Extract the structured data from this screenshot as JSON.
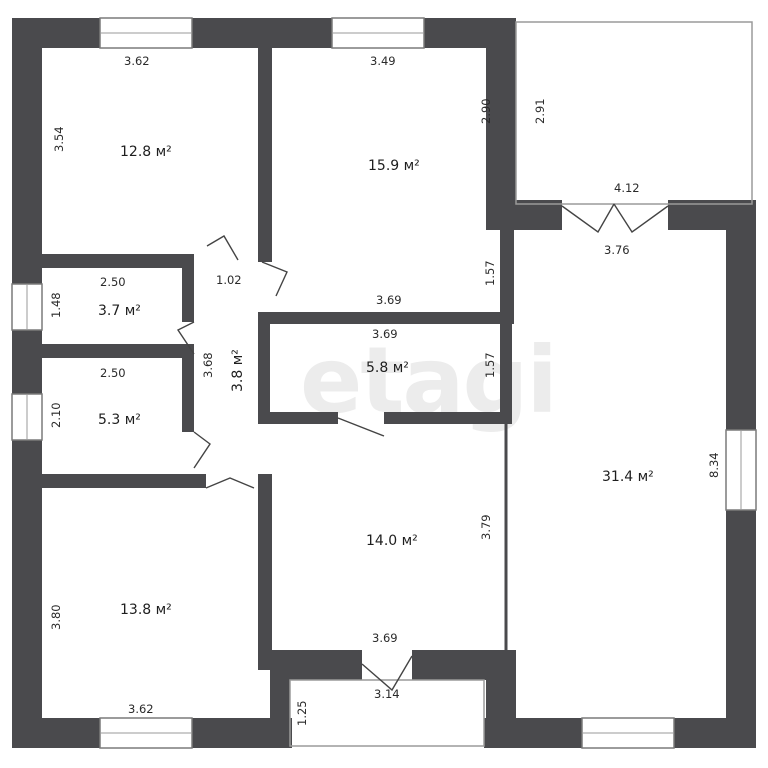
{
  "watermark": "etagi",
  "rooms": [
    {
      "id": "bedroom-top-left",
      "area": "12.8 м²"
    },
    {
      "id": "room-top-middle",
      "area": "15.9 м²"
    },
    {
      "id": "bath-1",
      "area": "3.7 м²"
    },
    {
      "id": "bath-2",
      "area": "5.3 м²"
    },
    {
      "id": "corridor",
      "area": "3.8 м²"
    },
    {
      "id": "storage-center",
      "area": "5.8 м²"
    },
    {
      "id": "hall",
      "area": "14.0 м²"
    },
    {
      "id": "living-large",
      "area": "31.4 м²"
    },
    {
      "id": "bedroom-bottom-left",
      "area": "13.8 м²"
    }
  ],
  "dimensions": [
    "3.62",
    "3.54",
    "3.49",
    "2.90",
    "2.91",
    "4.12",
    "3.76",
    "1.57",
    "2.50",
    "1.48",
    "1.02",
    "3.69",
    "3.68",
    "3.69",
    "1.57",
    "2.50",
    "2.10",
    "8.34",
    "3.79",
    "3.80",
    "3.69",
    "3.14",
    "1.25",
    "3.62"
  ]
}
